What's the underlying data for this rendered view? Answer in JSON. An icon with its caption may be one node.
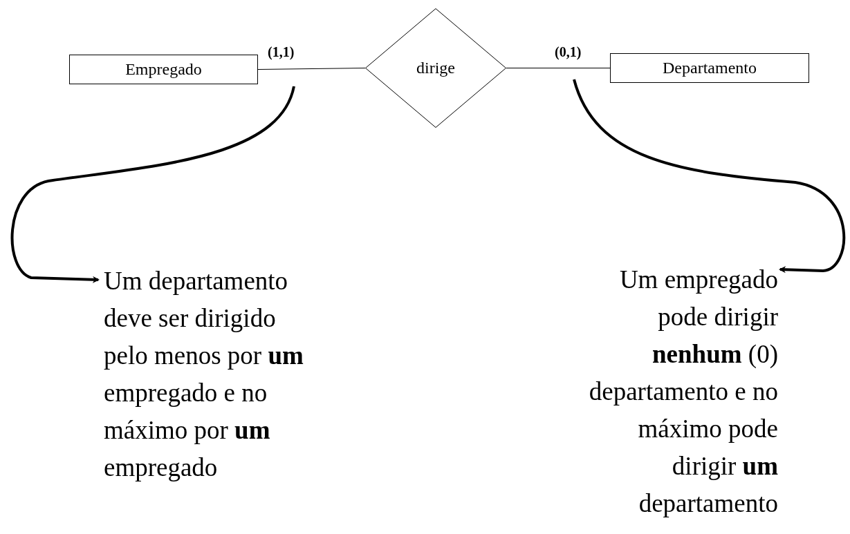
{
  "diagram": {
    "nodes": [
      {
        "text": [
          "Empregado"
        ]
      },
      {
        "text": [
          "dirige"
        ]
      },
      {
        "text": [
          "Departamento"
        ]
      },
      {
        "text": [
          "Um departamento deve ser dirigido pelo menos por **um** empregado e no máximo por **um** empregado"
        ]
      },
      {
        "text": [
          "Um empregado pode dirigir **nenhum** (0) departamento e no máximo pode dirigir **um** departamento"
        ]
      }
    ],
    "edges": [
      {
        "from": 0,
        "to": 1,
        "arrow": "none",
        "label": "(1,1)"
      },
      {
        "from": 1,
        "to": 2,
        "arrow": "none",
        "label": "(0,1)"
      },
      {
        "from": null,
        "to": 3,
        "arrow": "to",
        "style": "thick"
      },
      {
        "from": null,
        "to": 4,
        "arrow": "to",
        "style": "thick"
      }
    ]
  }
}
